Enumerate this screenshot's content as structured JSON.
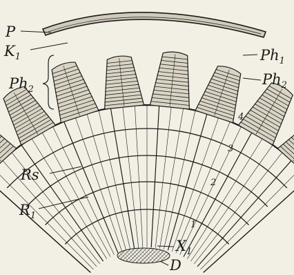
{
  "labels": {
    "P": "P",
    "K1_base": "K",
    "K1_sub": "1",
    "Ph2_left_base": "Ph",
    "Ph2_left_sub": "2",
    "Ph1_base": "Ph",
    "Ph1_sub": "1",
    "Ph2_right_base": "Ph",
    "Ph2_right_sub": "2",
    "Rs": "Rs",
    "R1_base": "R",
    "R1_sub": "1",
    "X1_base": "X",
    "X1_sub": "1",
    "D": "D"
  },
  "ring_numbers": [
    "4",
    "3",
    "2",
    "1"
  ],
  "colors": {
    "background": "#f2efe4",
    "ink": "#1b1b1b"
  }
}
